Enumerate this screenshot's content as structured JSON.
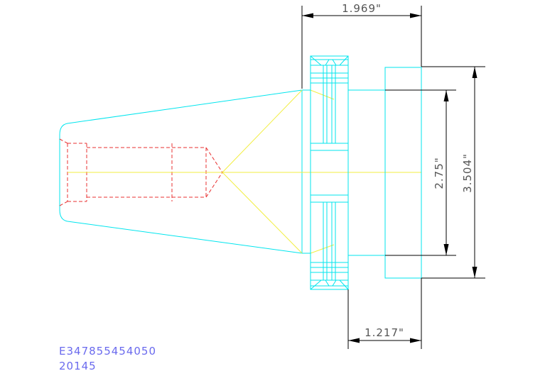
{
  "dimensions": {
    "overall_length": "1.969\"",
    "inner_diameter": "2.75\"",
    "outer_diameter": "3.504\"",
    "flange_offset": "1.217\""
  },
  "part_info": {
    "part_number": "E347855454050",
    "code": "20145"
  },
  "colors": {
    "outline": "#00e5ee",
    "centerline": "#f2ee40",
    "hidden_thread": "#e83030",
    "dimension": "#000000",
    "dimension_text": "#555555",
    "info_text": "#6a6aee"
  }
}
